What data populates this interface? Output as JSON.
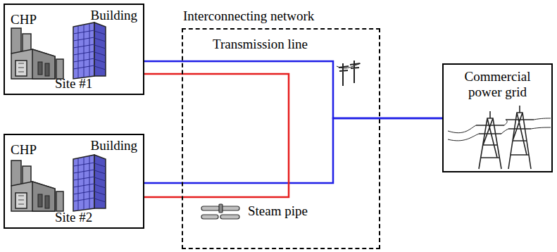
{
  "diagram": {
    "nodes": [
      {
        "text": [
          "CHP",
          "Building",
          "Site #1"
        ]
      },
      {
        "text": [
          "CHP",
          "Building",
          "Site #2"
        ]
      },
      {
        "text": [
          "Interconnecting network"
        ]
      },
      {
        "text": [
          "Commercial power grid"
        ]
      }
    ],
    "edges": [
      {
        "from": 0,
        "to": 3,
        "arrow": "none"
      },
      {
        "from": 1,
        "to": 3,
        "arrow": "none"
      },
      {
        "from": 0,
        "to": 1,
        "arrow": "none"
      }
    ],
    "labels": [
      "Transmission line",
      "Steam pipe"
    ]
  }
}
